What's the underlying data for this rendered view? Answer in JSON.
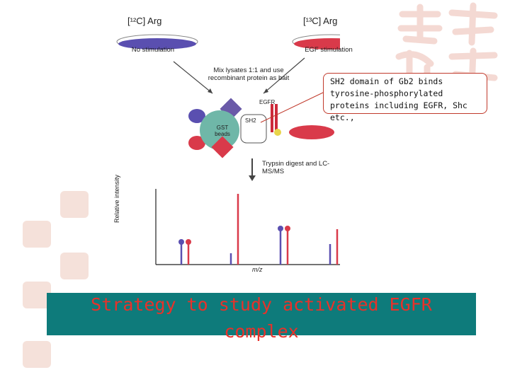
{
  "diagram": {
    "left_dish": {
      "label": "[¹²C] Arg",
      "condition": "No stimulation",
      "color": "#5a4fb0"
    },
    "right_dish": {
      "label": "[¹³C] Arg",
      "condition": "EGF stimulation",
      "color": "#d93a4a"
    },
    "mix_step": "Mix lysates 1:1 and use recombinant protein as bait",
    "bait": {
      "beads_label": "GST beads",
      "domain_label": "SH2",
      "receptor_label": "EGFR"
    },
    "digest_step": "Trypsin digest and LC-MS/MS",
    "spectrum": {
      "ylabel": "Relative intensity",
      "xlabel": "m/z"
    }
  },
  "callout": {
    "lines": [
      "SH2 domain of Gb2 binds",
      "tyrosine-phosphorylated",
      "proteins including EGFR, Shc",
      "etc.,"
    ]
  },
  "banner": {
    "title_line1": "Strategy to study activated EGFR",
    "title_line2": "complex",
    "bg_color": "#0e7b7b",
    "text_color": "#e8312a"
  }
}
